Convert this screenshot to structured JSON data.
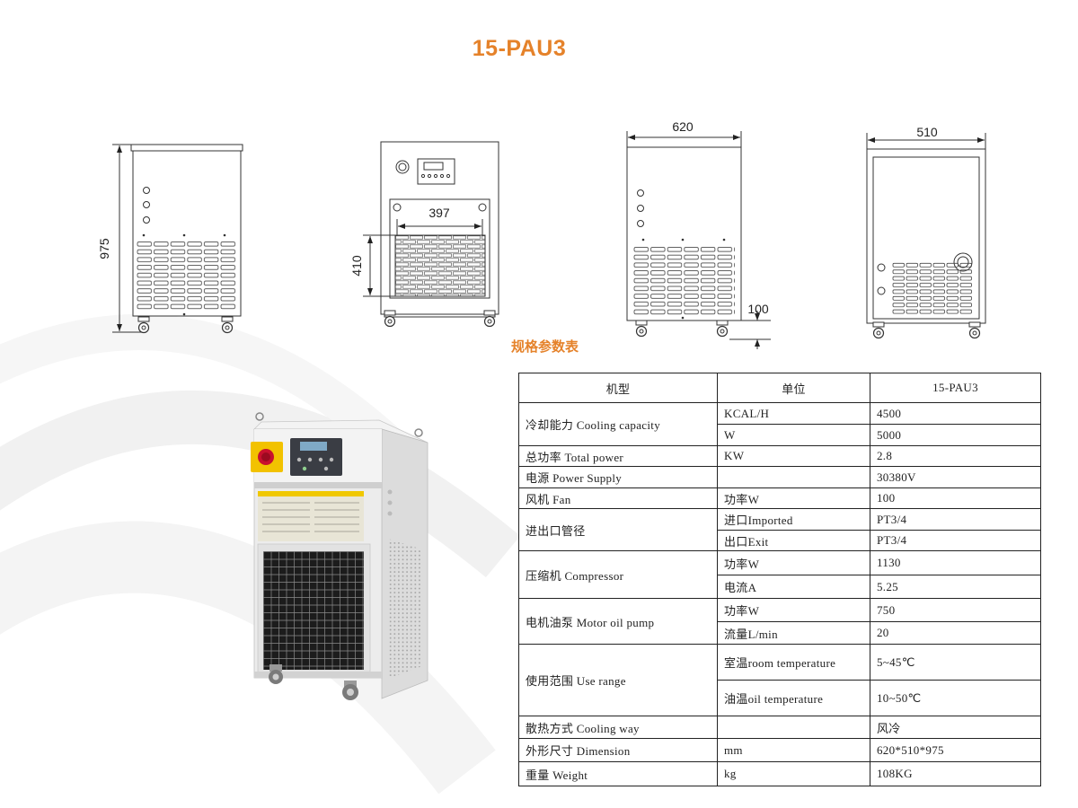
{
  "title": "15-PAU3",
  "drawings": {
    "side_view_left": {
      "height": "975"
    },
    "front_view": {
      "grille_width": "397",
      "grille_height": "410"
    },
    "side_view_right": {
      "width": "620",
      "base_height": "100"
    },
    "back_view": {
      "width": "510"
    }
  },
  "spec_heading": "规格参数表",
  "table": {
    "header": [
      "机型",
      "单位",
      "15-PAU3"
    ],
    "rows": [
      {
        "item": "冷却能力 Cooling capacity",
        "sub": [
          {
            "unit": "KCAL/H",
            "value": "4500"
          },
          {
            "unit": "W",
            "value": "5000"
          }
        ]
      },
      {
        "item": "总功率 Total power",
        "sub": [
          {
            "unit": "KW",
            "value": "2.8"
          }
        ]
      },
      {
        "item": "电源 Power Supply",
        "sub": [
          {
            "value": "30380V"
          }
        ]
      },
      {
        "item": "风机 Fan",
        "sub": [
          {
            "unit": "功率W",
            "value": "100"
          }
        ]
      },
      {
        "item": "进出口管径",
        "sub": [
          {
            "unit": "进口Imported",
            "value": "PT3/4"
          },
          {
            "unit": "出口Exit",
            "value": "PT3/4"
          }
        ]
      },
      {
        "item": "压缩机 Compressor",
        "sub": [
          {
            "unit": "功率W",
            "value": "1130"
          },
          {
            "unit": "电流A",
            "value": "5.25"
          }
        ]
      },
      {
        "item": "电机油泵 Motor oil pump",
        "sub": [
          {
            "unit": "功率W",
            "value": "750"
          },
          {
            "unit": "流量L/min",
            "value": "20"
          }
        ]
      },
      {
        "item": "使用范围 Use range",
        "sub": [
          {
            "unit": "室温room temperature",
            "value": "5~45℃"
          },
          {
            "unit": "油温oil temperature",
            "value": "10~50℃"
          }
        ]
      },
      {
        "item": "散热方式 Cooling way",
        "sub": [
          {
            "value": "风冷"
          }
        ]
      },
      {
        "item": "外形尺寸 Dimension",
        "sub": [
          {
            "unit": "mm",
            "value": "620*510*975"
          }
        ]
      },
      {
        "item": "重量 Weight",
        "sub": [
          {
            "unit": "kg",
            "value": "108KG"
          }
        ]
      }
    ]
  },
  "colors": {
    "accent": "#e5822a",
    "drawing_line": "#333333",
    "table_border": "#222222",
    "emergency_button": "#c8102e",
    "warning_yellow": "#f2c200"
  }
}
